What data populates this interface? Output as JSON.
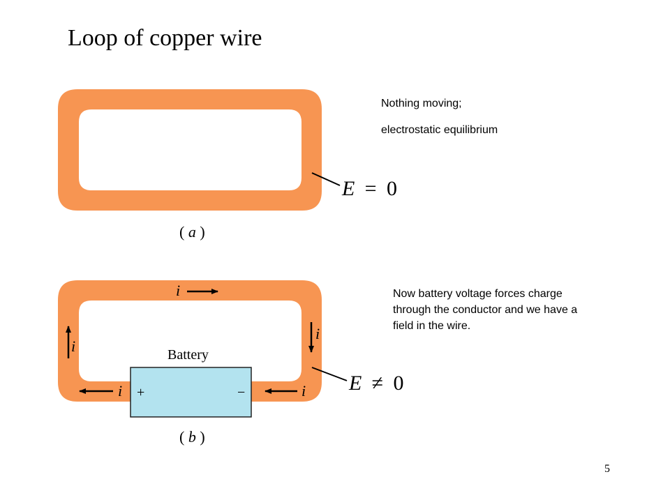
{
  "slide": {
    "title": "Loop of copper wire",
    "page_number": "5"
  },
  "panel_a": {
    "caption_open": "(",
    "caption_letter": "a",
    "caption_close": ")",
    "note_line1": "Nothing moving;",
    "note_line2": "electrostatic equilibrium",
    "field_var": "E",
    "field_rel": "=",
    "field_val": "0"
  },
  "panel_b": {
    "caption_open": "(",
    "caption_letter": "b",
    "caption_close": ")",
    "note": "Now battery voltage forces charge through the conductor and we have a field in the wire.",
    "field_var": "E",
    "field_rel": "≠",
    "field_val": "0",
    "battery_label": "Battery",
    "plus": "+",
    "minus": "−",
    "current_label": "i"
  },
  "colors": {
    "wire": "#F79552",
    "battery_fill": "#B3E3EF",
    "ink": "#000000"
  }
}
